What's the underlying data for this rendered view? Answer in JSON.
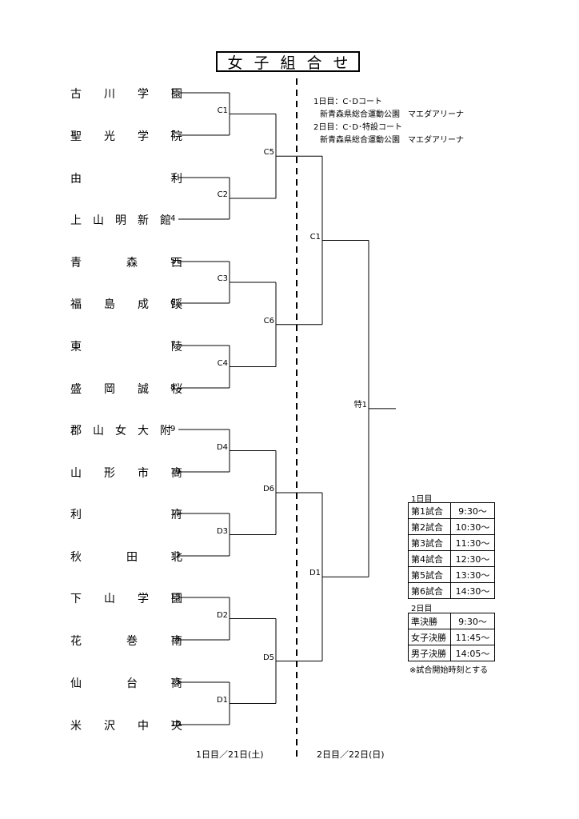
{
  "title": "女子組合せ",
  "venue_info": [
    "1日目：C･Dコート",
    "新青森県総合運動公園　マエダアリーナ",
    "2日目：C･D･特設コート",
    "新青森県総合運動公園　マエダアリーナ"
  ],
  "teams": [
    {
      "seed": "1",
      "name": "古　　川　　学　　園"
    },
    {
      "seed": "2",
      "name": "聖　　光　　学　　院"
    },
    {
      "seed": "3",
      "name": "由　　　　　　　　利"
    },
    {
      "seed": "4",
      "name": "上　山　明　新　館"
    },
    {
      "seed": "5",
      "name": "青　　　　森　　　西"
    },
    {
      "seed": "6",
      "name": "福　　島　　成　　蹊"
    },
    {
      "seed": "7",
      "name": "東　　　　　　　　陵"
    },
    {
      "seed": "8",
      "name": "盛　　岡　　誠　　桜"
    },
    {
      "seed": "9",
      "name": "郡　山　女　大　附"
    },
    {
      "seed": "10",
      "name": "山　　形　　市　　商"
    },
    {
      "seed": "11",
      "name": "利　　　　　　　　府"
    },
    {
      "seed": "12",
      "name": "秋　　　　田　　　北"
    },
    {
      "seed": "13",
      "name": "下　　山　　学　　園"
    },
    {
      "seed": "14",
      "name": "花　　　　巻　　　南"
    },
    {
      "seed": "15",
      "name": "仙　　　　台　　　商"
    },
    {
      "seed": "16",
      "name": "米　　沢　　中　　央"
    }
  ],
  "round1_labels": [
    "C1",
    "C2",
    "C3",
    "C4",
    "D4",
    "D3",
    "D2",
    "D1"
  ],
  "round2_labels": [
    "C5",
    "C6",
    "D6",
    "D5"
  ],
  "semi_labels": [
    "C1",
    "D1"
  ],
  "final_label": "特1",
  "schedule": {
    "day1_title": "1日目",
    "day1": [
      {
        "label": "第1試合",
        "time": "9:30～"
      },
      {
        "label": "第2試合",
        "time": "10:30～"
      },
      {
        "label": "第3試合",
        "time": "11:30～"
      },
      {
        "label": "第4試合",
        "time": "12:30～"
      },
      {
        "label": "第5試合",
        "time": "13:30～"
      },
      {
        "label": "第6試合",
        "time": "14:30～"
      }
    ],
    "day2_title": "2日目",
    "day2": [
      {
        "label": "準決勝",
        "time": "9:30～"
      },
      {
        "label": "女子決勝",
        "time": "11:45～"
      },
      {
        "label": "男子決勝",
        "time": "14:05～"
      }
    ],
    "note": "※試合開始時刻とする"
  },
  "day_labels": {
    "day1": "1日目／21日(土)",
    "day2": "2日目／22日(日)"
  }
}
